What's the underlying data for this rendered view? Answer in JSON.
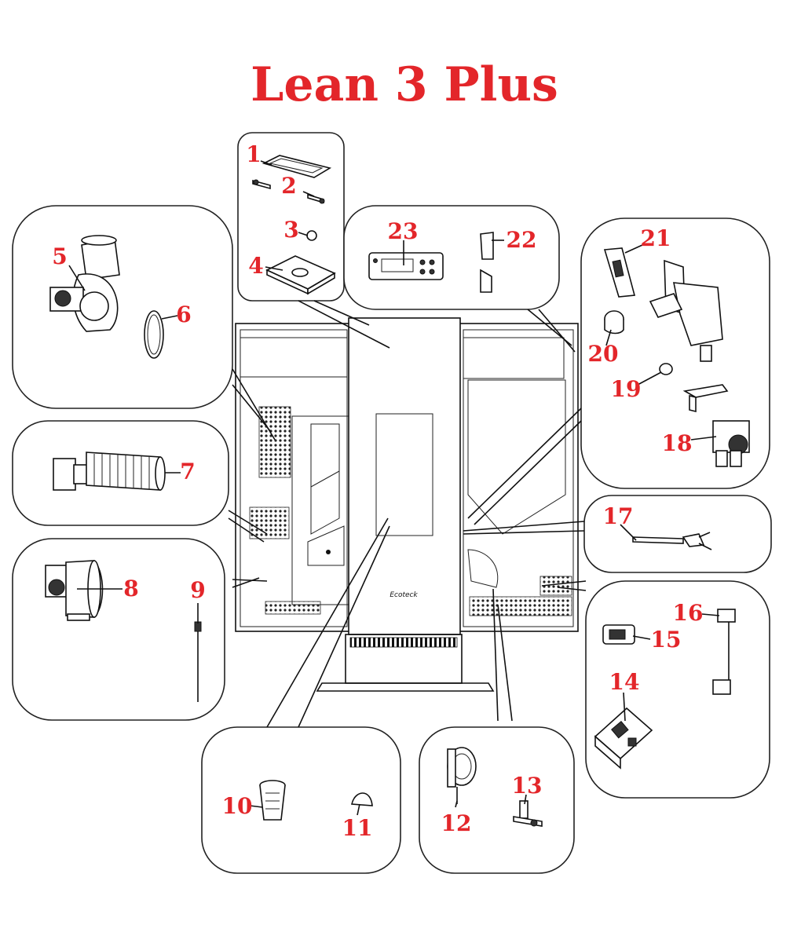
{
  "title": "Lean 3 Plus",
  "accent_color": "#e3262a",
  "stove_logo": "Ecoteck",
  "callouts": [
    "1",
    "2",
    "3",
    "4",
    "5",
    "6",
    "7",
    "8",
    "9",
    "10",
    "11",
    "12",
    "13",
    "14",
    "15",
    "16",
    "17",
    "18",
    "19",
    "20",
    "21",
    "22",
    "23"
  ]
}
